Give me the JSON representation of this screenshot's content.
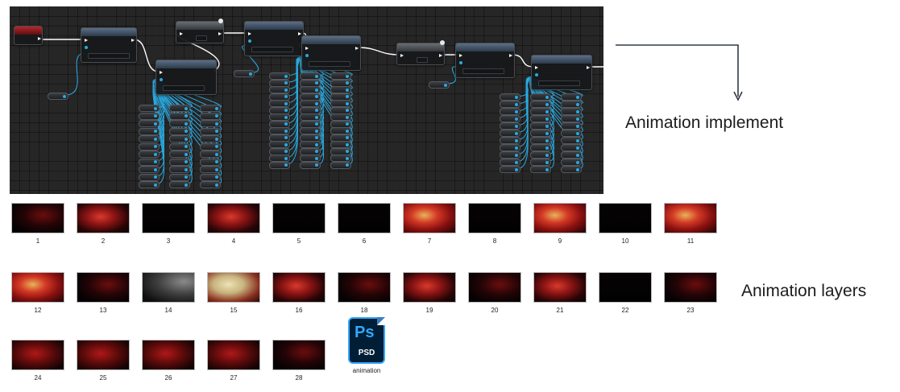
{
  "labels": {
    "animation_implement": "Animation implement",
    "animation_layers": "Animation layers"
  },
  "layers": [
    {
      "label": "1",
      "tone": "dim"
    },
    {
      "label": "2",
      "tone": "face"
    },
    {
      "label": "3",
      "tone": "black"
    },
    {
      "label": "4",
      "tone": "face"
    },
    {
      "label": "5",
      "tone": "black"
    },
    {
      "label": "6",
      "tone": "black"
    },
    {
      "label": "7",
      "tone": "bright"
    },
    {
      "label": "8",
      "tone": "black"
    },
    {
      "label": "9",
      "tone": "bright"
    },
    {
      "label": "10",
      "tone": "black"
    },
    {
      "label": "11",
      "tone": "bright"
    },
    {
      "label": "12",
      "tone": "bright"
    },
    {
      "label": "13",
      "tone": "dim"
    },
    {
      "label": "14",
      "tone": "grey"
    },
    {
      "label": "15",
      "tone": "pale"
    },
    {
      "label": "16",
      "tone": "face"
    },
    {
      "label": "18",
      "tone": "dim"
    },
    {
      "label": "19",
      "tone": "face"
    },
    {
      "label": "20",
      "tone": "dim"
    },
    {
      "label": "21",
      "tone": "face"
    },
    {
      "label": "22",
      "tone": "black"
    },
    {
      "label": "23",
      "tone": "dim"
    },
    {
      "label": "24",
      "tone": "mid"
    },
    {
      "label": "25",
      "tone": "mid"
    },
    {
      "label": "26",
      "tone": "mid"
    },
    {
      "label": "27",
      "tone": "mid"
    },
    {
      "label": "28",
      "tone": "dim"
    }
  ],
  "psd_file": {
    "icon_text": "Ps",
    "type": "PSD",
    "name": "animation"
  },
  "colors": {
    "wire_data": "#29a9e0",
    "wire_exec": "#ffffff",
    "graph_bg": "#262626",
    "event_header": "#b3282c",
    "ps_accent": "#31a8ff",
    "ps_bg": "#001e36"
  }
}
